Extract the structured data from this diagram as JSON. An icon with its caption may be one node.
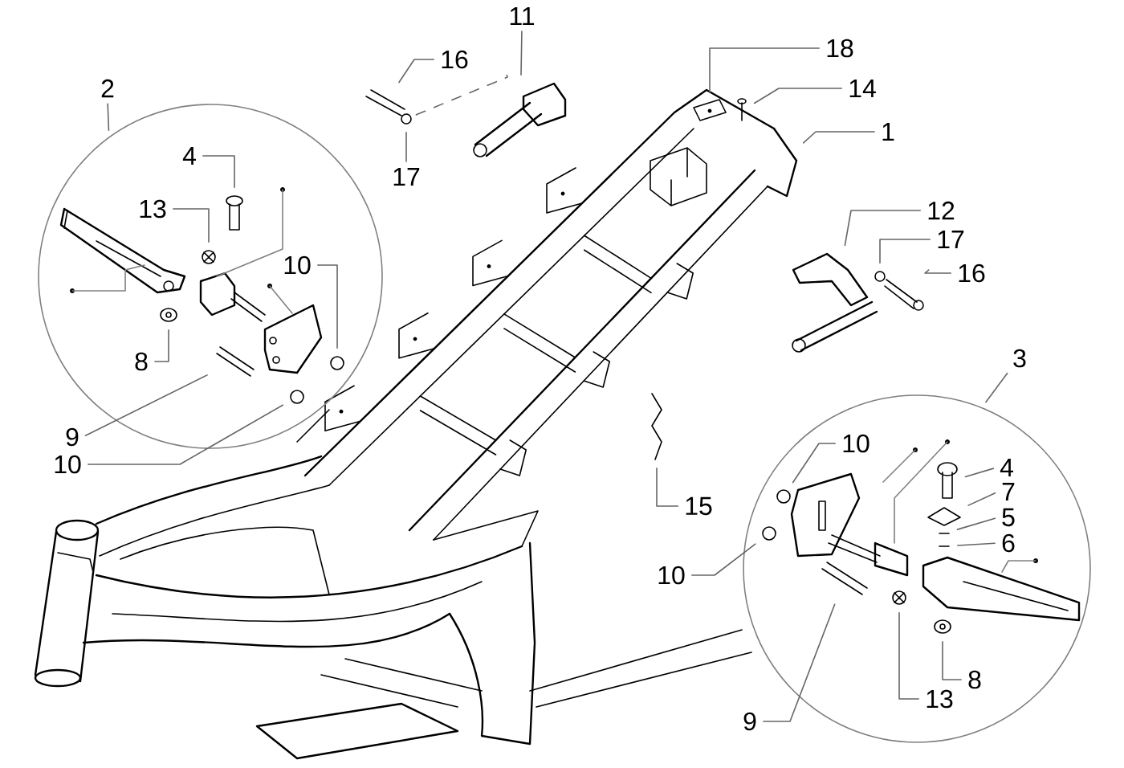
{
  "diagram": {
    "nodes": [
      {
        "text": [
          "11"
        ]
      },
      {
        "text": [
          "18"
        ]
      },
      {
        "text": [
          "16"
        ]
      },
      {
        "text": [
          "14"
        ]
      },
      {
        "text": [
          "2"
        ]
      },
      {
        "text": [
          "1"
        ]
      },
      {
        "text": [],
        "shape": "circle"
      },
      {
        "text": [
          "4"
        ],
        "in": 6
      },
      {
        "text": [
          "17"
        ]
      },
      {
        "text": [
          "13"
        ],
        "in": 6
      },
      {
        "text": [
          "12"
        ]
      },
      {
        "text": [
          "17"
        ]
      },
      {
        "text": [
          "10"
        ],
        "in": 6
      },
      {
        "text": [
          "16"
        ]
      },
      {
        "text": [
          "3"
        ]
      },
      {
        "text": [],
        "shape": "circle"
      },
      {
        "text": [
          "8"
        ],
        "in": 6
      },
      {
        "text": [
          "9"
        ]
      },
      {
        "text": [
          "10"
        ],
        "in": 15
      },
      {
        "text": [
          "10"
        ]
      },
      {
        "text": [
          "4"
        ],
        "in": 15
      },
      {
        "text": [
          "7"
        ],
        "in": 15
      },
      {
        "text": [
          "15"
        ]
      },
      {
        "text": [
          "5"
        ],
        "in": 15
      },
      {
        "text": [
          "6"
        ],
        "in": 15
      },
      {
        "text": [
          "10"
        ]
      },
      {
        "text": [
          "8"
        ],
        "in": 15
      },
      {
        "text": [
          "13"
        ],
        "in": 15
      },
      {
        "text": [
          "9"
        ]
      },
      {
        "text": [],
        "shape": "picture"
      },
      {
        "text": [],
        "shape": "picture"
      },
      {
        "text": [],
        "shape": "picture"
      },
      {
        "text": [],
        "shape": "picture"
      },
      {
        "text": [],
        "shape": "picture"
      },
      {
        "text": [],
        "shape": "picture"
      },
      {
        "text": [],
        "shape": "picture",
        "in": 6
      },
      {
        "text": [],
        "shape": "picture",
        "in": 6
      },
      {
        "text": [],
        "shape": "picture"
      },
      {
        "text": [],
        "shape": "picture"
      },
      {
        "text": [],
        "shape": "picture"
      },
      {
        "text": [],
        "shape": "circle",
        "in": 6
      },
      {
        "text": [],
        "shape": "picture",
        "in": 6
      },
      {
        "text": [],
        "shape": "picture",
        "in": 6
      },
      {
        "text": [],
        "shape": "circle",
        "in": 15
      },
      {
        "text": [],
        "shape": "circle",
        "in": 6
      },
      {
        "text": [],
        "shape": "picture",
        "in": 15
      },
      {
        "text": [],
        "shape": "picture",
        "in": 15
      },
      {
        "text": [],
        "shape": "picture"
      },
      {
        "text": [],
        "shape": "picture",
        "in": 15
      },
      {
        "text": [],
        "shape": "picture",
        "in": 15
      },
      {
        "text": [],
        "shape": "circle",
        "in": 15
      },
      {
        "text": [],
        "shape": "picture",
        "in": 15
      },
      {
        "text": [],
        "shape": "picture",
        "in": 15
      },
      {
        "text": [],
        "shape": "picture",
        "in": 15
      }
    ],
    "edges": [
      {
        "from": 0,
        "to": 29,
        "arrow": "none"
      },
      {
        "from": 1,
        "to": 30,
        "arrow": "none"
      },
      {
        "from": 2,
        "to": 31,
        "arrow": "none"
      },
      {
        "from": 3,
        "to": 32,
        "arrow": "none"
      },
      {
        "from": 4,
        "to": 6,
        "arrow": "none"
      },
      {
        "from": 5,
        "to": 33,
        "arrow": "none"
      },
      {
        "from": 7,
        "to": 35,
        "arrow": "none"
      },
      {
        "from": 8,
        "to": 34,
        "arrow": "none"
      },
      {
        "from": 9,
        "to": 36,
        "arrow": "none"
      },
      {
        "from": 10,
        "to": 37,
        "arrow": "none"
      },
      {
        "from": 11,
        "to": 38,
        "arrow": "none"
      },
      {
        "from": 12,
        "to": 40,
        "arrow": "none"
      },
      {
        "from": 13,
        "to": 39,
        "arrow": "none"
      },
      {
        "from": 14,
        "to": 15,
        "arrow": "none"
      },
      {
        "from": 16,
        "to": 41,
        "arrow": "none"
      },
      {
        "from": 17,
        "to": 42,
        "arrow": "none"
      },
      {
        "from": 18,
        "to": 43,
        "arrow": "none"
      },
      {
        "from": 19,
        "to": 44,
        "arrow": "none"
      },
      {
        "from": 20,
        "to": 45,
        "arrow": "none"
      },
      {
        "from": 21,
        "to": 46,
        "arrow": "none"
      },
      {
        "from": 22,
        "to": 47,
        "arrow": "none"
      },
      {
        "from": 23,
        "to": 48,
        "arrow": "none"
      },
      {
        "from": 24,
        "to": 49,
        "arrow": "none"
      },
      {
        "from": 25,
        "to": 50,
        "arrow": "none"
      },
      {
        "from": 26,
        "to": 51,
        "arrow": "none"
      },
      {
        "from": 27,
        "to": 52,
        "arrow": "none"
      },
      {
        "from": 28,
        "to": 53,
        "arrow": "none"
      },
      {
        "from": 34,
        "to": 29,
        "arrow": "none",
        "style": "dashed"
      }
    ]
  }
}
